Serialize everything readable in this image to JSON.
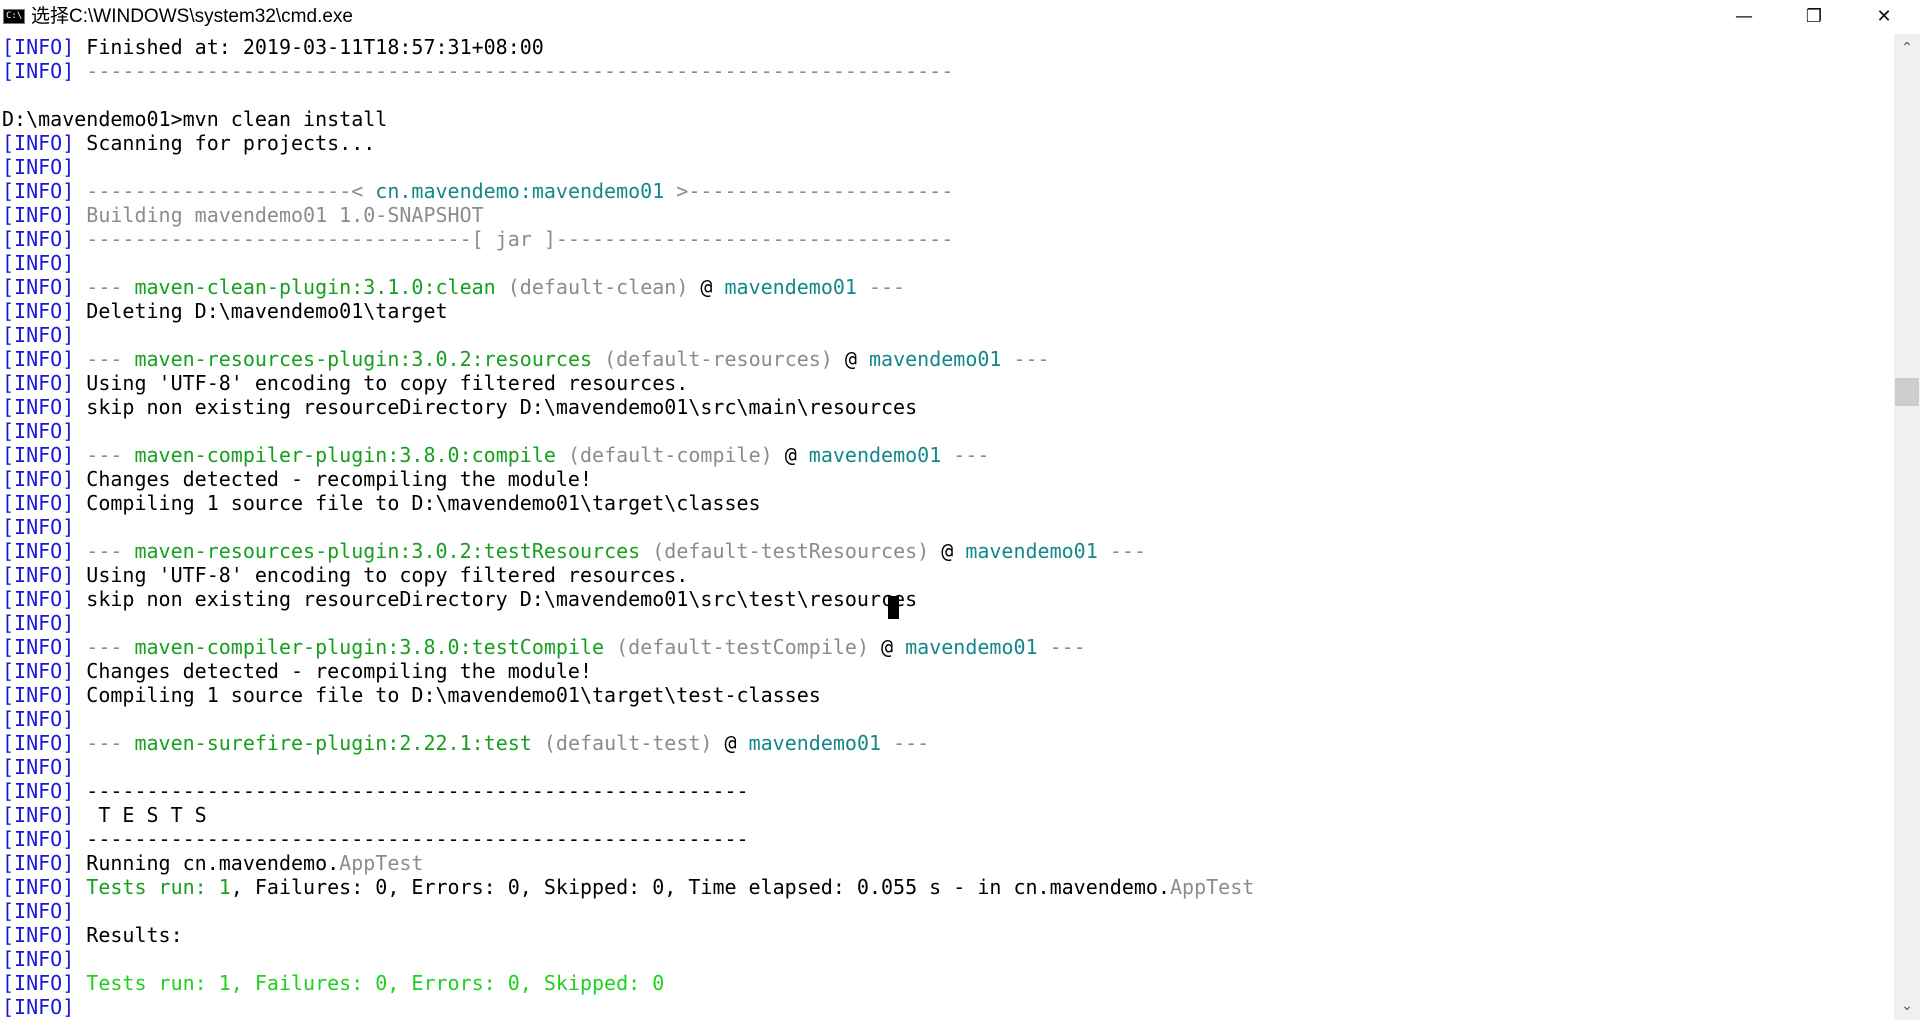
{
  "window": {
    "title": "选择C:\\WINDOWS\\system32\\cmd.exe",
    "icon_label": "C:\\",
    "icon": "cmd-icon",
    "buttons": {
      "minimize": "—",
      "maximize": "❐",
      "close": "✕"
    }
  },
  "scrollbar": {
    "up_arrow": "⌃",
    "down_arrow": "⌄"
  },
  "colors": {
    "info_tag": "#1a1ad6",
    "gray": "#8c8c8c",
    "green": "#17a01e",
    "teal": "#12888c",
    "bright_green": "#1fd11f"
  },
  "console_lines": [
    [
      [
        "tag",
        "[INFO]"
      ],
      [
        "black",
        " Finished at: 2019-03-11T18:57:31+08:00"
      ]
    ],
    [
      [
        "tag",
        "[INFO]"
      ],
      [
        "gray",
        " ------------------------------------------------------------------------"
      ]
    ],
    [],
    [
      [
        "black",
        "D:\\mavendemo01>mvn clean install"
      ]
    ],
    [
      [
        "tag",
        "[INFO]"
      ],
      [
        "black",
        " Scanning for projects..."
      ]
    ],
    [
      [
        "tag",
        "[INFO]"
      ]
    ],
    [
      [
        "tag",
        "[INFO]"
      ],
      [
        "gray",
        " ----------------------< "
      ],
      [
        "teal",
        "cn.mavendemo:mavendemo01"
      ],
      [
        "gray",
        " >----------------------"
      ]
    ],
    [
      [
        "tag",
        "[INFO]"
      ],
      [
        "gray",
        " Building mavendemo01 1.0-SNAPSHOT"
      ]
    ],
    [
      [
        "tag",
        "[INFO]"
      ],
      [
        "gray",
        " --------------------------------[ jar ]---------------------------------"
      ]
    ],
    [
      [
        "tag",
        "[INFO]"
      ]
    ],
    [
      [
        "tag",
        "[INFO]"
      ],
      [
        "gray",
        " --- "
      ],
      [
        "green",
        "maven-clean-plugin:3.1.0:clean"
      ],
      [
        "gray",
        " (default-clean)"
      ],
      [
        "black",
        " @ "
      ],
      [
        "teal",
        "mavendemo01"
      ],
      [
        "gray",
        " ---"
      ]
    ],
    [
      [
        "tag",
        "[INFO]"
      ],
      [
        "black",
        " Deleting D:\\mavendemo01\\target"
      ]
    ],
    [
      [
        "tag",
        "[INFO]"
      ]
    ],
    [
      [
        "tag",
        "[INFO]"
      ],
      [
        "gray",
        " --- "
      ],
      [
        "green",
        "maven-resources-plugin:3.0.2:resources"
      ],
      [
        "gray",
        " (default-resources)"
      ],
      [
        "black",
        " @ "
      ],
      [
        "teal",
        "mavendemo01"
      ],
      [
        "gray",
        " ---"
      ]
    ],
    [
      [
        "tag",
        "[INFO]"
      ],
      [
        "black",
        " Using 'UTF-8' encoding to copy filtered resources."
      ]
    ],
    [
      [
        "tag",
        "[INFO]"
      ],
      [
        "black",
        " skip non existing resourceDirectory D:\\mavendemo01\\src\\main\\resources"
      ]
    ],
    [
      [
        "tag",
        "[INFO]"
      ]
    ],
    [
      [
        "tag",
        "[INFO]"
      ],
      [
        "gray",
        " --- "
      ],
      [
        "green",
        "maven-compiler-plugin:3.8.0:compile"
      ],
      [
        "gray",
        " (default-compile)"
      ],
      [
        "black",
        " @ "
      ],
      [
        "teal",
        "mavendemo01"
      ],
      [
        "gray",
        " ---"
      ]
    ],
    [
      [
        "tag",
        "[INFO]"
      ],
      [
        "black",
        " Changes detected - recompiling the module!"
      ]
    ],
    [
      [
        "tag",
        "[INFO]"
      ],
      [
        "black",
        " Compiling 1 source file to D:\\mavendemo01\\target\\classes"
      ]
    ],
    [
      [
        "tag",
        "[INFO]"
      ]
    ],
    [
      [
        "tag",
        "[INFO]"
      ],
      [
        "gray",
        " --- "
      ],
      [
        "green",
        "maven-resources-plugin:3.0.2:testResources"
      ],
      [
        "gray",
        " (default-testResources)"
      ],
      [
        "black",
        " @ "
      ],
      [
        "teal",
        "mavendemo01"
      ],
      [
        "gray",
        " ---"
      ]
    ],
    [
      [
        "tag",
        "[INFO]"
      ],
      [
        "black",
        " Using 'UTF-8' encoding to copy filtered resources."
      ]
    ],
    [
      [
        "tag",
        "[INFO]"
      ],
      [
        "black",
        " skip non existing resourceDirectory D:\\mavendemo01\\src\\test\\resources"
      ]
    ],
    [
      [
        "tag",
        "[INFO]"
      ]
    ],
    [
      [
        "tag",
        "[INFO]"
      ],
      [
        "gray",
        " --- "
      ],
      [
        "green",
        "maven-compiler-plugin:3.8.0:testCompile"
      ],
      [
        "gray",
        " (default-testCompile)"
      ],
      [
        "black",
        " @ "
      ],
      [
        "teal",
        "mavendemo01"
      ],
      [
        "gray",
        " ---"
      ]
    ],
    [
      [
        "tag",
        "[INFO]"
      ],
      [
        "black",
        " Changes detected - recompiling the module!"
      ]
    ],
    [
      [
        "tag",
        "[INFO]"
      ],
      [
        "black",
        " Compiling 1 source file to D:\\mavendemo01\\target\\test-classes"
      ]
    ],
    [
      [
        "tag",
        "[INFO]"
      ]
    ],
    [
      [
        "tag",
        "[INFO]"
      ],
      [
        "gray",
        " --- "
      ],
      [
        "green",
        "maven-surefire-plugin:2.22.1:test"
      ],
      [
        "gray",
        " (default-test)"
      ],
      [
        "black",
        " @ "
      ],
      [
        "teal",
        "mavendemo01"
      ],
      [
        "gray",
        " ---"
      ]
    ],
    [
      [
        "tag",
        "[INFO]"
      ]
    ],
    [
      [
        "tag",
        "[INFO]"
      ],
      [
        "black",
        " -------------------------------------------------------"
      ]
    ],
    [
      [
        "tag",
        "[INFO]"
      ],
      [
        "black",
        "  T E S T S"
      ]
    ],
    [
      [
        "tag",
        "[INFO]"
      ],
      [
        "black",
        " -------------------------------------------------------"
      ]
    ],
    [
      [
        "tag",
        "[INFO]"
      ],
      [
        "black",
        " Running cn.mavendemo."
      ],
      [
        "gray",
        "AppTest"
      ]
    ],
    [
      [
        "tag",
        "[INFO]"
      ],
      [
        "green",
        " Tests run: 1"
      ],
      [
        "black",
        ", Failures: 0, Errors: 0, Skipped: 0, Time elapsed: 0.055 s - in cn.mavendemo."
      ],
      [
        "gray",
        "AppTest"
      ]
    ],
    [
      [
        "tag",
        "[INFO]"
      ]
    ],
    [
      [
        "tag",
        "[INFO]"
      ],
      [
        "black",
        " Results:"
      ]
    ],
    [
      [
        "tag",
        "[INFO]"
      ]
    ],
    [
      [
        "tag",
        "[INFO]"
      ],
      [
        "bright",
        " Tests run: 1, Failures: 0, Errors: 0, Skipped: 0"
      ]
    ],
    [
      [
        "tag",
        "[INFO]"
      ]
    ]
  ]
}
